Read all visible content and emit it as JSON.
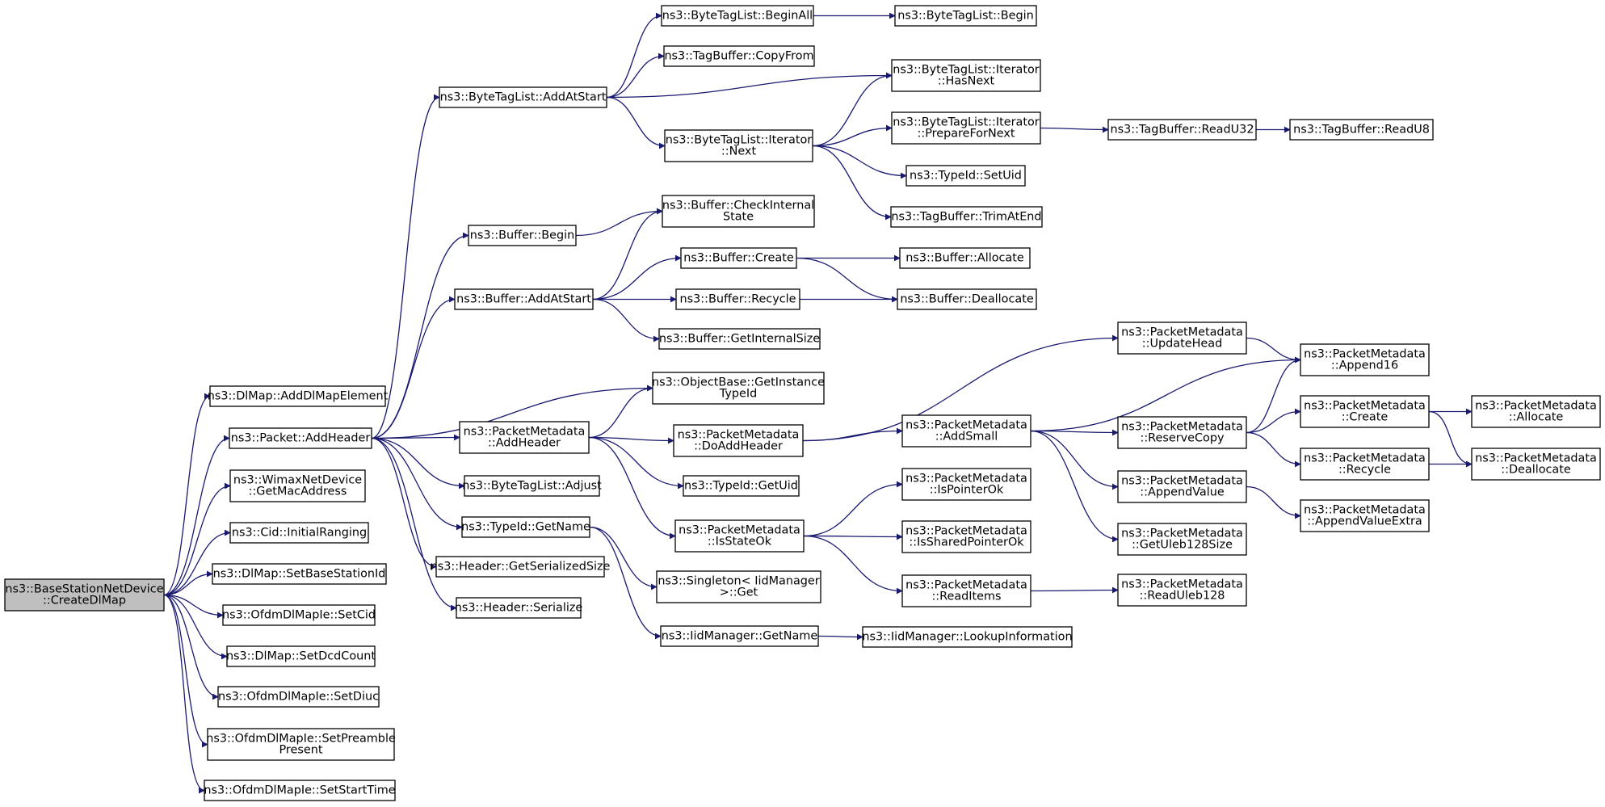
{
  "graph": {
    "edge_color": "#191970",
    "root_fill": "#bfbfbf",
    "nodes": [
      {
        "id": "root",
        "lines": [
          "ns3::BaseStationNetDevice",
          "::CreateDlMap"
        ],
        "root": true
      },
      {
        "id": "addDlMapElement",
        "lines": [
          "ns3::DlMap::AddDlMapElement"
        ]
      },
      {
        "id": "packetAddHeader",
        "lines": [
          "ns3::Packet::AddHeader"
        ]
      },
      {
        "id": "getMacAddress",
        "lines": [
          "ns3::WimaxNetDevice",
          "::GetMacAddress"
        ]
      },
      {
        "id": "initialRanging",
        "lines": [
          "ns3::Cid::InitialRanging"
        ]
      },
      {
        "id": "setBaseStationId",
        "lines": [
          "ns3::DlMap::SetBaseStationId"
        ]
      },
      {
        "id": "setCid",
        "lines": [
          "ns3::OfdmDlMapIe::SetCid"
        ]
      },
      {
        "id": "setDcdCount",
        "lines": [
          "ns3::DlMap::SetDcdCount"
        ]
      },
      {
        "id": "setDiuc",
        "lines": [
          "ns3::OfdmDlMapIe::SetDiuc"
        ]
      },
      {
        "id": "setPreamblePresent",
        "lines": [
          "ns3::OfdmDlMapIe::SetPreamble",
          "Present"
        ]
      },
      {
        "id": "setStartTime",
        "lines": [
          "ns3::OfdmDlMapIe::SetStartTime"
        ]
      },
      {
        "id": "btlAddAtStart",
        "lines": [
          "ns3::ByteTagList::AddAtStart"
        ]
      },
      {
        "id": "bufferBegin",
        "lines": [
          "ns3::Buffer::Begin"
        ]
      },
      {
        "id": "bufferAddAtStart",
        "lines": [
          "ns3::Buffer::AddAtStart"
        ]
      },
      {
        "id": "pmAddHeader",
        "lines": [
          "ns3::PacketMetadata",
          "::AddHeader"
        ]
      },
      {
        "id": "btlAdjust",
        "lines": [
          "ns3::ByteTagList::Adjust"
        ]
      },
      {
        "id": "typeIdGetName",
        "lines": [
          "ns3::TypeId::GetName"
        ]
      },
      {
        "id": "headerGetSerializedSize",
        "lines": [
          "ns3::Header::GetSerializedSize"
        ]
      },
      {
        "id": "headerSerialize",
        "lines": [
          "ns3::Header::Serialize"
        ]
      },
      {
        "id": "btlBeginAll",
        "lines": [
          "ns3::ByteTagList::BeginAll"
        ]
      },
      {
        "id": "tbCopyFrom",
        "lines": [
          "ns3::TagBuffer::CopyFrom"
        ]
      },
      {
        "id": "btliNext",
        "lines": [
          "ns3::ByteTagList::Iterator",
          "::Next"
        ]
      },
      {
        "id": "bufferCheckInternalState",
        "lines": [
          "ns3::Buffer::CheckInternal",
          "State"
        ]
      },
      {
        "id": "bufferCreate",
        "lines": [
          "ns3::Buffer::Create"
        ]
      },
      {
        "id": "bufferRecycle",
        "lines": [
          "ns3::Buffer::Recycle"
        ]
      },
      {
        "id": "bufferGetInternalSize",
        "lines": [
          "ns3::Buffer::GetInternalSize"
        ]
      },
      {
        "id": "objGetInstanceTypeId",
        "lines": [
          "ns3::ObjectBase::GetInstance",
          "TypeId"
        ]
      },
      {
        "id": "pmDoAddHeader",
        "lines": [
          "ns3::PacketMetadata",
          "::DoAddHeader"
        ]
      },
      {
        "id": "typeIdGetUid",
        "lines": [
          "ns3::TypeId::GetUid"
        ]
      },
      {
        "id": "pmIsStateOk",
        "lines": [
          "ns3::PacketMetadata",
          "::IsStateOk"
        ]
      },
      {
        "id": "singletonGet",
        "lines": [
          "ns3::Singleton< IidManager",
          ">::Get"
        ]
      },
      {
        "id": "iidGetName",
        "lines": [
          "ns3::IidManager::GetName"
        ]
      },
      {
        "id": "btlBegin",
        "lines": [
          "ns3::ByteTagList::Begin"
        ]
      },
      {
        "id": "btliHasNext",
        "lines": [
          "ns3::ByteTagList::Iterator",
          "::HasNext"
        ]
      },
      {
        "id": "btliPrepareForNext",
        "lines": [
          "ns3::ByteTagList::Iterator",
          "::PrepareForNext"
        ]
      },
      {
        "id": "typeIdSetUid",
        "lines": [
          "ns3::TypeId::SetUid"
        ]
      },
      {
        "id": "tbTrimAtEnd",
        "lines": [
          "ns3::TagBuffer::TrimAtEnd"
        ]
      },
      {
        "id": "bufferAllocate",
        "lines": [
          "ns3::Buffer::Allocate"
        ]
      },
      {
        "id": "bufferDeallocate",
        "lines": [
          "ns3::Buffer::Deallocate"
        ]
      },
      {
        "id": "pmUpdateHead",
        "lines": [
          "ns3::PacketMetadata",
          "::UpdateHead"
        ]
      },
      {
        "id": "pmAddSmall",
        "lines": [
          "ns3::PacketMetadata",
          "::AddSmall"
        ]
      },
      {
        "id": "pmIsPointerOk",
        "lines": [
          "ns3::PacketMetadata",
          "::IsPointerOk"
        ]
      },
      {
        "id": "pmIsSharedPointerOk",
        "lines": [
          "ns3::PacketMetadata",
          "::IsSharedPointerOk"
        ]
      },
      {
        "id": "pmReadItems",
        "lines": [
          "ns3::PacketMetadata",
          "::ReadItems"
        ]
      },
      {
        "id": "iidLookupInformation",
        "lines": [
          "ns3::IidManager::LookupInformation"
        ]
      },
      {
        "id": "tbReadU32",
        "lines": [
          "ns3::TagBuffer::ReadU32"
        ]
      },
      {
        "id": "tbReadU8",
        "lines": [
          "ns3::TagBuffer::ReadU8"
        ]
      },
      {
        "id": "pmAppend16",
        "lines": [
          "ns3::PacketMetadata",
          "::Append16"
        ]
      },
      {
        "id": "pmReserveCopy",
        "lines": [
          "ns3::PacketMetadata",
          "::ReserveCopy"
        ]
      },
      {
        "id": "pmAppendValue",
        "lines": [
          "ns3::PacketMetadata",
          "::AppendValue"
        ]
      },
      {
        "id": "pmGetUleb128Size",
        "lines": [
          "ns3::PacketMetadata",
          "::GetUleb128Size"
        ]
      },
      {
        "id": "pmReadUleb128",
        "lines": [
          "ns3::PacketMetadata",
          "::ReadUleb128"
        ]
      },
      {
        "id": "pmCreate",
        "lines": [
          "ns3::PacketMetadata",
          "::Create"
        ]
      },
      {
        "id": "pmRecycle",
        "lines": [
          "ns3::PacketMetadata",
          "::Recycle"
        ]
      },
      {
        "id": "pmAppendValueExtra",
        "lines": [
          "ns3::PacketMetadata",
          "::AppendValueExtra"
        ]
      },
      {
        "id": "pmAllocate",
        "lines": [
          "ns3::PacketMetadata",
          "::Allocate"
        ]
      },
      {
        "id": "pmDeallocate",
        "lines": [
          "ns3::PacketMetadata",
          "::Deallocate"
        ]
      }
    ],
    "edges": [
      [
        "root",
        "addDlMapElement"
      ],
      [
        "root",
        "packetAddHeader"
      ],
      [
        "root",
        "getMacAddress"
      ],
      [
        "root",
        "initialRanging"
      ],
      [
        "root",
        "setBaseStationId"
      ],
      [
        "root",
        "setCid"
      ],
      [
        "root",
        "setDcdCount"
      ],
      [
        "root",
        "setDiuc"
      ],
      [
        "root",
        "setPreamblePresent"
      ],
      [
        "root",
        "setStartTime"
      ],
      [
        "packetAddHeader",
        "btlAddAtStart"
      ],
      [
        "packetAddHeader",
        "bufferBegin"
      ],
      [
        "packetAddHeader",
        "bufferAddAtStart"
      ],
      [
        "packetAddHeader",
        "objGetInstanceTypeId"
      ],
      [
        "packetAddHeader",
        "pmAddHeader"
      ],
      [
        "packetAddHeader",
        "btlAdjust"
      ],
      [
        "packetAddHeader",
        "typeIdGetName"
      ],
      [
        "packetAddHeader",
        "headerGetSerializedSize"
      ],
      [
        "packetAddHeader",
        "headerSerialize"
      ],
      [
        "btlAddAtStart",
        "btlBeginAll"
      ],
      [
        "btlAddAtStart",
        "tbCopyFrom"
      ],
      [
        "btlAddAtStart",
        "btliHasNext"
      ],
      [
        "btlAddAtStart",
        "btliNext"
      ],
      [
        "btlBeginAll",
        "btlBegin"
      ],
      [
        "btliNext",
        "btliHasNext"
      ],
      [
        "btliNext",
        "btliPrepareForNext"
      ],
      [
        "btliNext",
        "typeIdSetUid"
      ],
      [
        "btliNext",
        "tbTrimAtEnd"
      ],
      [
        "btliPrepareForNext",
        "tbReadU32"
      ],
      [
        "tbReadU32",
        "tbReadU8"
      ],
      [
        "bufferBegin",
        "bufferCheckInternalState"
      ],
      [
        "bufferAddAtStart",
        "bufferCheckInternalState"
      ],
      [
        "bufferAddAtStart",
        "bufferCreate"
      ],
      [
        "bufferAddAtStart",
        "bufferRecycle"
      ],
      [
        "bufferAddAtStart",
        "bufferGetInternalSize"
      ],
      [
        "bufferCreate",
        "bufferAllocate"
      ],
      [
        "bufferCreate",
        "bufferDeallocate"
      ],
      [
        "bufferRecycle",
        "bufferDeallocate"
      ],
      [
        "pmAddHeader",
        "objGetInstanceTypeId"
      ],
      [
        "pmAddHeader",
        "pmDoAddHeader"
      ],
      [
        "pmAddHeader",
        "typeIdGetUid"
      ],
      [
        "pmAddHeader",
        "pmIsStateOk"
      ],
      [
        "pmDoAddHeader",
        "pmUpdateHead"
      ],
      [
        "pmDoAddHeader",
        "pmAddSmall"
      ],
      [
        "pmUpdateHead",
        "pmAppend16"
      ],
      [
        "pmAddSmall",
        "pmAppend16"
      ],
      [
        "pmAddSmall",
        "pmReserveCopy"
      ],
      [
        "pmAddSmall",
        "pmAppendValue"
      ],
      [
        "pmAddSmall",
        "pmGetUleb128Size"
      ],
      [
        "pmReserveCopy",
        "pmAppend16"
      ],
      [
        "pmReserveCopy",
        "pmCreate"
      ],
      [
        "pmReserveCopy",
        "pmRecycle"
      ],
      [
        "pmCreate",
        "pmAllocate"
      ],
      [
        "pmCreate",
        "pmDeallocate"
      ],
      [
        "pmRecycle",
        "pmDeallocate"
      ],
      [
        "pmAppendValue",
        "pmAppendValueExtra"
      ],
      [
        "pmIsStateOk",
        "pmIsPointerOk"
      ],
      [
        "pmIsStateOk",
        "pmIsSharedPointerOk"
      ],
      [
        "pmIsStateOk",
        "pmReadItems"
      ],
      [
        "pmReadItems",
        "pmReadUleb128"
      ],
      [
        "typeIdGetName",
        "singletonGet"
      ],
      [
        "typeIdGetName",
        "iidGetName"
      ],
      [
        "iidGetName",
        "iidLookupInformation"
      ]
    ]
  }
}
